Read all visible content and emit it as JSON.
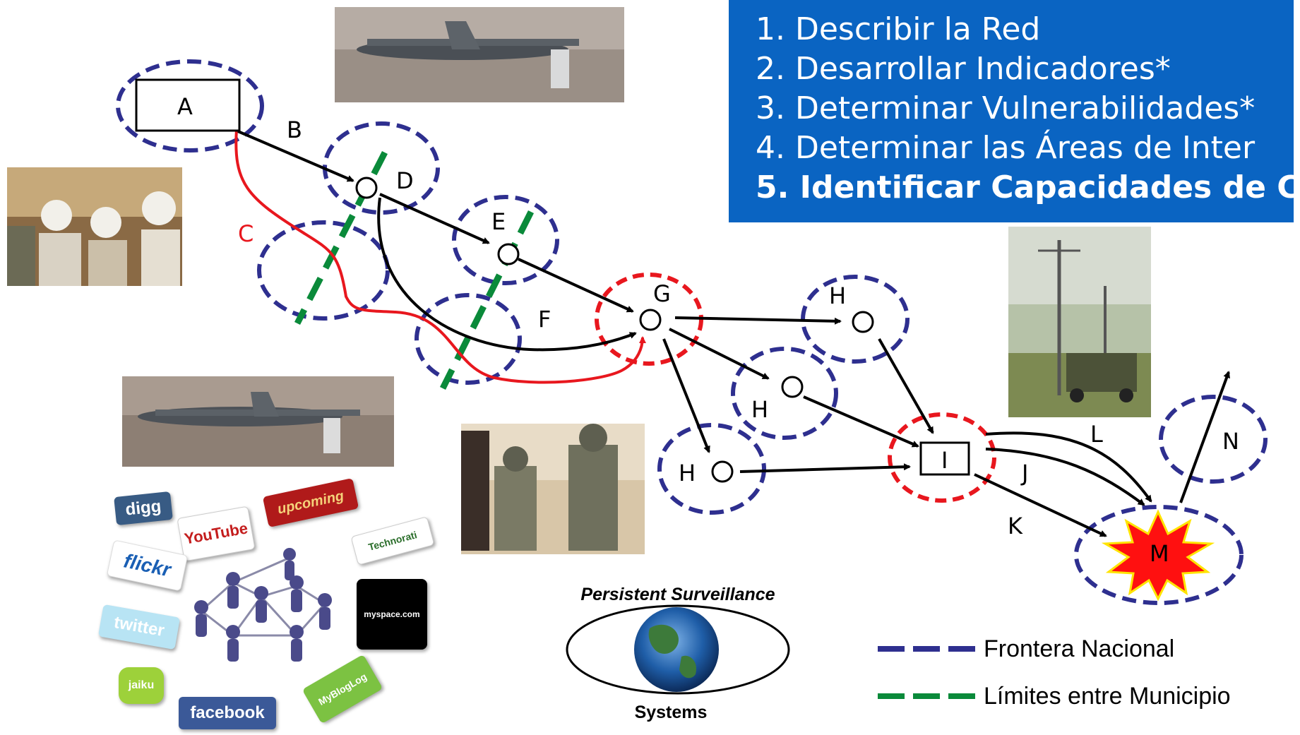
{
  "steps": [
    {
      "text": "1. Describir la Red",
      "bold": false
    },
    {
      "text": "2. Desarrollar Indicadores*",
      "bold": false
    },
    {
      "text": "3. Determinar Vulnerabilidades*",
      "bold": false
    },
    {
      "text": "4. Determinar las Áreas de Inter",
      "bold": false
    },
    {
      "text": "5. Identificar Capacidades de C",
      "bold": true
    }
  ],
  "node_labels": {
    "A": "A",
    "B": "B",
    "C": "C",
    "D": "D",
    "E": "E",
    "F": "F",
    "G": "G",
    "H1": "H",
    "H2": "H",
    "H3": "H",
    "I": "I",
    "J": "J",
    "K": "K",
    "L": "L",
    "M": "M",
    "N": "N"
  },
  "legend": [
    {
      "label": "Frontera Nacional",
      "color": "#2e2f8f"
    },
    {
      "label": "Límites entre Municipio",
      "color": "#0a8a3a"
    }
  ],
  "logo": {
    "top_text": "Persistent  Surveillance",
    "bottom_text": "Systems"
  },
  "social": [
    "digg",
    "YouTube",
    "upcoming",
    "Technorati",
    "flickr",
    "twitter",
    "myspace.com",
    "jaiku",
    "facebook",
    "MyBlogLog"
  ],
  "colors": {
    "blue_border": "#2e2f8f",
    "red_border": "#e8171e",
    "green_border": "#0a8a3a",
    "panel": "#0a64c2"
  }
}
